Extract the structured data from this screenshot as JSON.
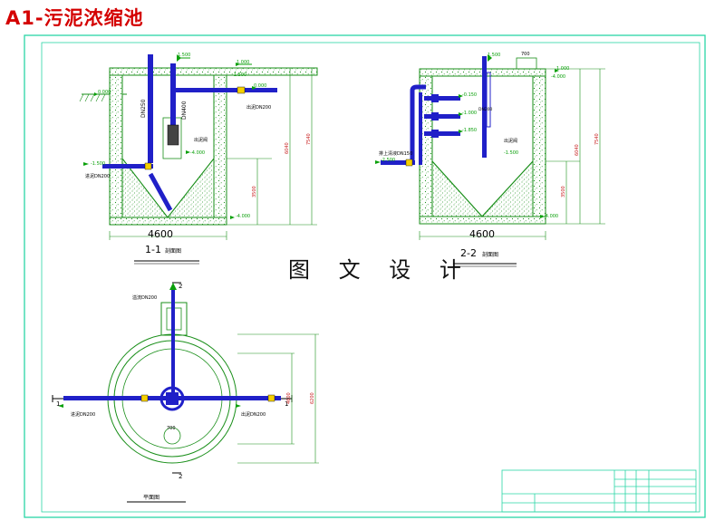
{
  "title": "A1-污泥浓缩池",
  "watermark": "图 文 设 计",
  "section_1": {
    "caption": "1-1",
    "caption_suffix": "剖面图",
    "width_dim": "4600",
    "pipe_labels": [
      "DN250",
      "DN400",
      "出泥DN200",
      "进泥DN200",
      "出泥阀"
    ],
    "elevations": [
      "1.500",
      "1.000",
      "0.000",
      "0.000",
      "-1.500",
      "-4.000",
      "-4.000",
      "-1.500"
    ],
    "dims": [
      "7540",
      "6040",
      "3500"
    ]
  },
  "section_2": {
    "caption": "2-2",
    "caption_suffix": "剖面图",
    "width_dim": "4600",
    "pipe_labels": [
      "排上清液DN150",
      "出泥阀",
      "DN200"
    ],
    "elevations": [
      "1.500",
      "1.000",
      "-0.150",
      "-1.000",
      "-1.850",
      "-1.500",
      "-2.500",
      "-4.000",
      "-4.000"
    ],
    "dims": [
      "7540",
      "6040",
      "3500",
      "700"
    ]
  },
  "plan": {
    "caption": "平面图",
    "pipe_labels": [
      "溢流DN200",
      "进泥DN200",
      "出泥DN200"
    ],
    "section_marks": [
      "1",
      "1",
      "2",
      "2"
    ],
    "dims": [
      "4600",
      "6200",
      "700"
    ]
  },
  "colors": {
    "frame": "#2ad6a6",
    "pipe": "#2020c8",
    "concrete": "#1a8f1a",
    "green_text": "#0aa00a",
    "dim": "#c82020",
    "title": "#d40000"
  }
}
